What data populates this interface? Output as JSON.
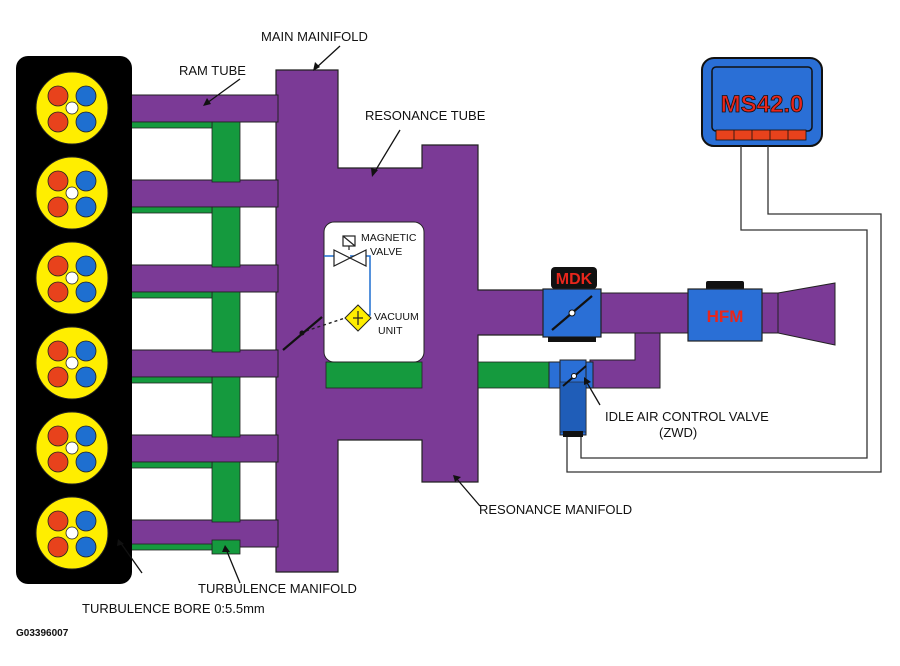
{
  "labels": {
    "main_manifold": "MAIN MAINIFOLD",
    "ram_tube": "RAM TUBE",
    "resonance_tube": "RESONANCE TUBE",
    "magnetic_valve_line1": "MAGNETIC",
    "magnetic_valve_line2": "VALVE",
    "vacuum_unit_line1": "VACUUM",
    "vacuum_unit_line2": "UNIT",
    "idle_air_line1": "IDLE AIR CONTROL VALVE",
    "idle_air_line2": "(ZWD)",
    "resonance_manifold": "RESONANCE MANIFOLD",
    "turbulence_manifold": "TURBULENCE MANIFOLD",
    "turbulence_bore": "TURBULENCE BORE 0:5.5mm",
    "figure_id": "G03396007"
  },
  "components": {
    "ecu": "MS42.0",
    "throttle": "MDK",
    "air_mass_meter": "HFM"
  },
  "colors": {
    "manifold": "#7b3a96",
    "turbulence": "#159a3e",
    "engine_block": "#000000",
    "cylinder": "#ffee00",
    "valve_red": "#e8421c",
    "valve_blue": "#1e6fd0",
    "component_blue": "#2a6fd6",
    "label_red": "#e8261c",
    "vacuum_unit": "#ffee00"
  }
}
